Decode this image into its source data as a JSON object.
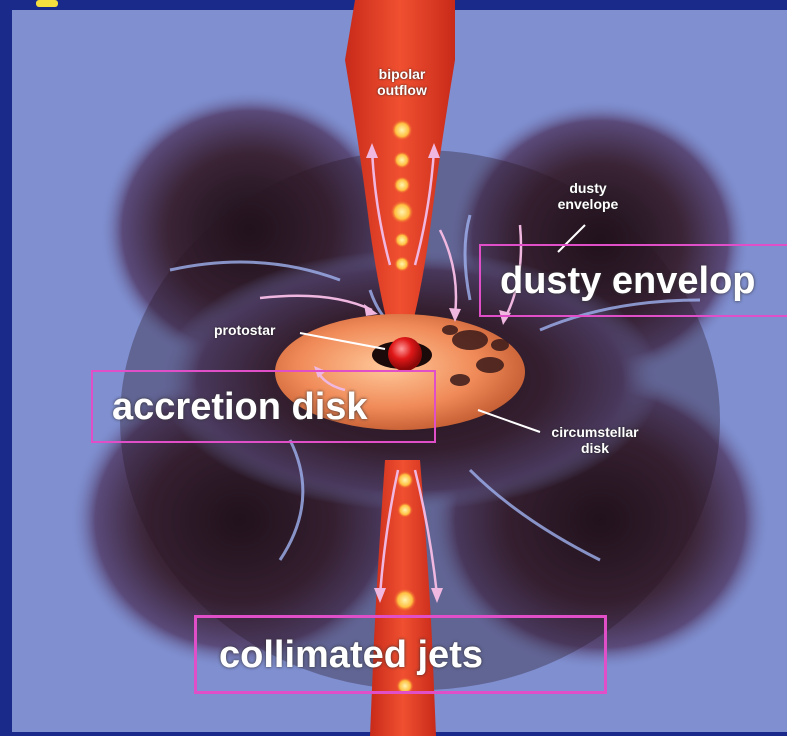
{
  "diagram": {
    "labels": {
      "bipolar_outflow": [
        "bipolar",
        "outflow"
      ],
      "dusty_envelope_small": [
        "dusty",
        "envelope"
      ],
      "protostar": "protostar",
      "circumstellar_disk": [
        "circumstellar",
        "disk"
      ]
    },
    "callouts": {
      "dusty_envelope": "dusty envelop",
      "accretion_disk": "accretion disk",
      "collimated_jets": "collimated  jets"
    },
    "colors": {
      "background": "#7f8fd0",
      "frame": "#1a2a8a",
      "jet": "#e8402a",
      "knot": "#ffe060",
      "disk": "#f08a58",
      "dust": "#3a2030",
      "protostar": "#e01818",
      "callout_border": "#e04fc8"
    }
  }
}
